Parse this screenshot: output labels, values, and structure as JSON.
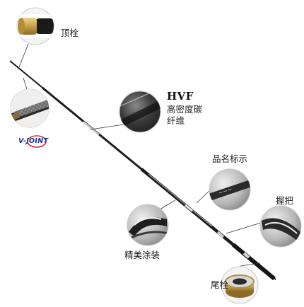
{
  "colors": {
    "background": "#ffffff",
    "rod_dark": "#1c1c1c",
    "rod_highlight": "#9a9a9a",
    "cap_gold": "#c8a04a",
    "vjoint_blue": "#1a2f8c",
    "vjoint_red": "#d62a2a"
  },
  "labels": {
    "top_cap": "顶栓",
    "hvf_title": "HVF",
    "hvf_line1": "高密度碳",
    "hvf_line2": "纤维",
    "product_mark": "品名标示",
    "grip": "握把",
    "finish": "精美涂装",
    "end_cap": "尾栓"
  },
  "logos": {
    "vjoint": "V-JOINT"
  },
  "icons": [
    "top-cap-photo",
    "vjoint-detail-photo",
    "hvf-carbon-detail-photo",
    "product-mark-detail-photo",
    "grip-detail-photo",
    "finish-detail-photo",
    "end-cap-photo"
  ]
}
